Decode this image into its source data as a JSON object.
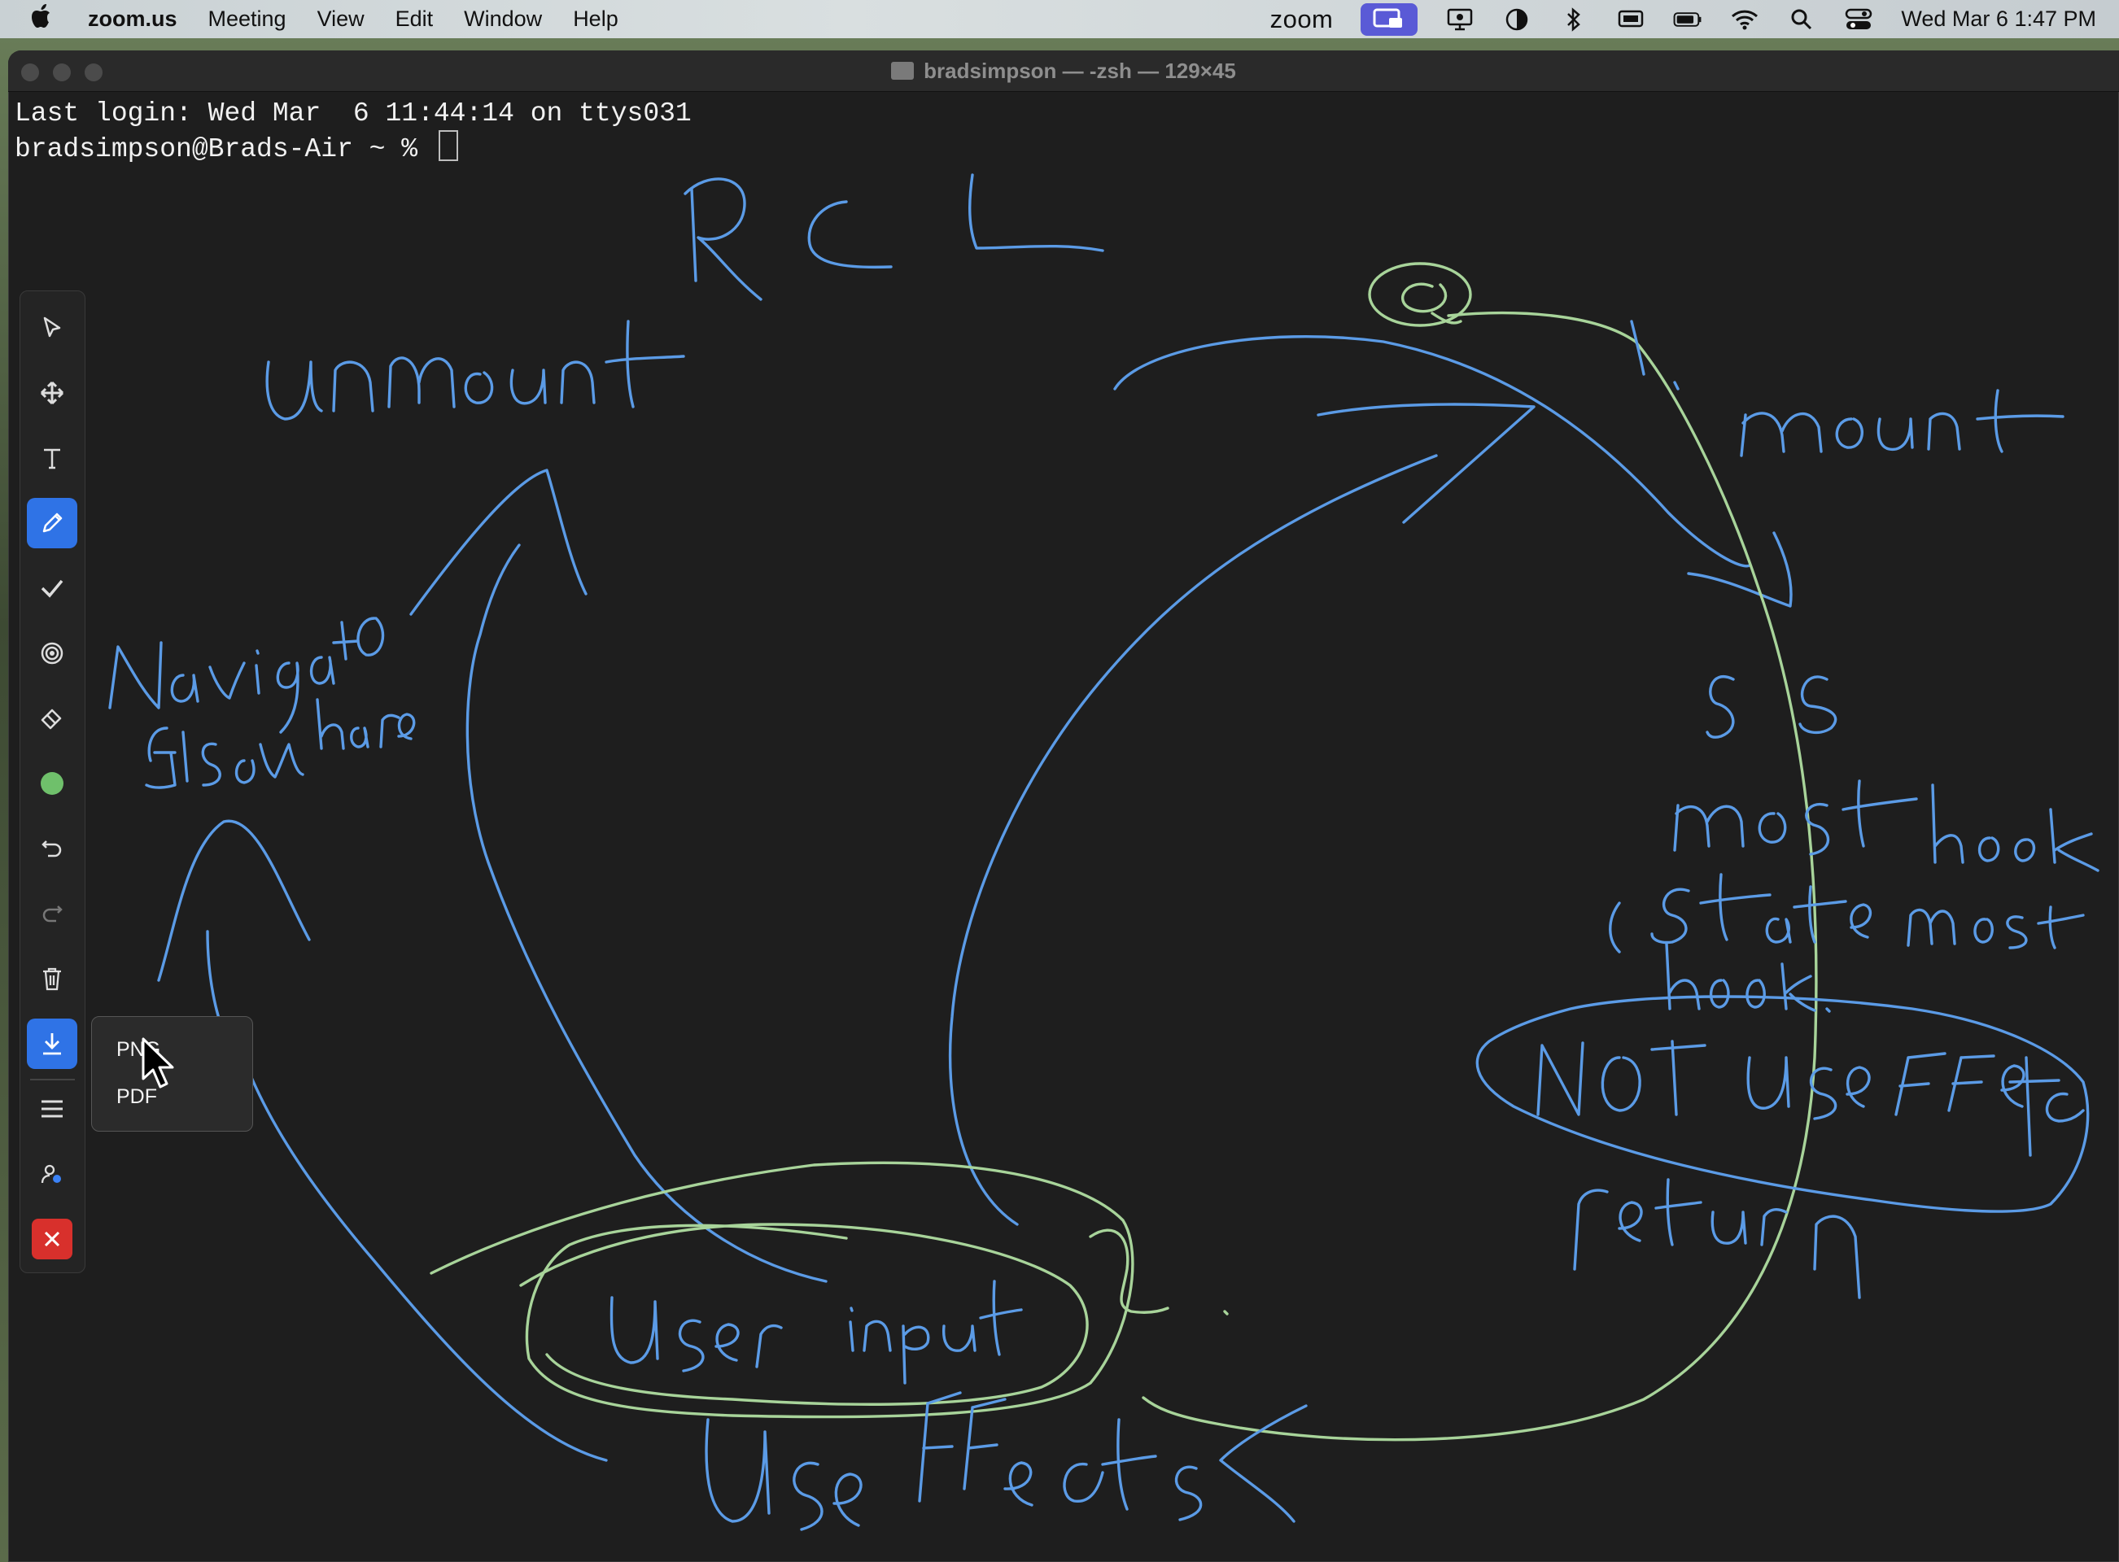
{
  "menubar": {
    "app_name": "zoom.us",
    "menus": [
      "Meeting",
      "View",
      "Edit",
      "Window",
      "Help"
    ],
    "zoom_label": "zoom",
    "status_icons": [
      "screen-share-icon",
      "presentation-icon",
      "contrast-icon",
      "bluetooth-icon",
      "display-icon",
      "battery-icon",
      "wifi-icon",
      "search-icon",
      "control-center-icon"
    ],
    "clock": "Wed Mar 6  1:47 PM"
  },
  "window": {
    "title": "bradsimpson — -zsh — 129×45",
    "lines": [
      "Last login: Wed Mar  6 11:44:14 on ttys031",
      "bradsimpson@Brads-Air ~ % "
    ]
  },
  "annotation": {
    "colors": {
      "pen": "#5b9be6",
      "highlight": "#a8d49a",
      "active_tool": "#2f73e6",
      "close": "#d8302c"
    },
    "handwritten_texts": [
      "RCL",
      "unmount",
      "mount",
      "Navigato Elsewhere",
      "SS",
      "most hook",
      "(State most hook.",
      "NOT useEffect",
      "return",
      "User input",
      "2.",
      "UseEffects",
      "O"
    ],
    "tools": [
      "select-icon",
      "move-icon",
      "text-icon",
      "pen-icon",
      "stamp-check-icon",
      "spotlight-icon",
      "eraser-icon",
      "color-icon",
      "undo-icon",
      "redo-icon",
      "clear-icon",
      "save-icon",
      "more-icon",
      "participant-icon",
      "close-icon"
    ],
    "save_menu": {
      "options": [
        "PNG",
        "PDF"
      ]
    }
  }
}
